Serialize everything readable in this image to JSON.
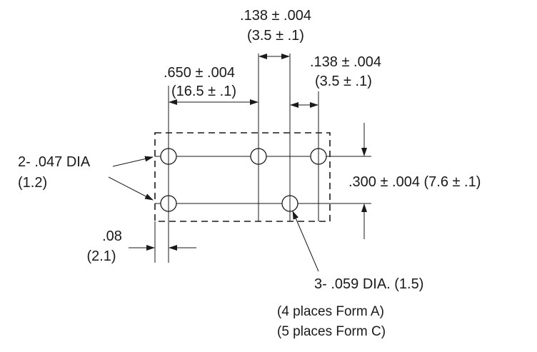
{
  "dimensions": {
    "top_pitch": {
      "inch": ".138 ± .004",
      "mm": "(3.5 ± .1)"
    },
    "right_pitch": {
      "inch": ".138 ± .004",
      "mm": "(3.5 ± .1)"
    },
    "row_span": {
      "inch": ".650 ± .004",
      "mm": "(16.5 ± .1)"
    },
    "row_spacing": ".300 ± .004 (7.6 ± .1)",
    "edge_offset": {
      "inch": ".08",
      "mm": "(2.1)"
    }
  },
  "callouts": {
    "small_holes": {
      "line1": "2- .047 DIA",
      "line2": "(1.2)"
    },
    "large_holes": {
      "line1": "3- .059 DIA. (1.5)",
      "line2": "(4 places Form A)",
      "line3": "(5 places Form C)"
    }
  },
  "colors": {
    "ink": "#1a1a1a",
    "background": "#ffffff"
  }
}
